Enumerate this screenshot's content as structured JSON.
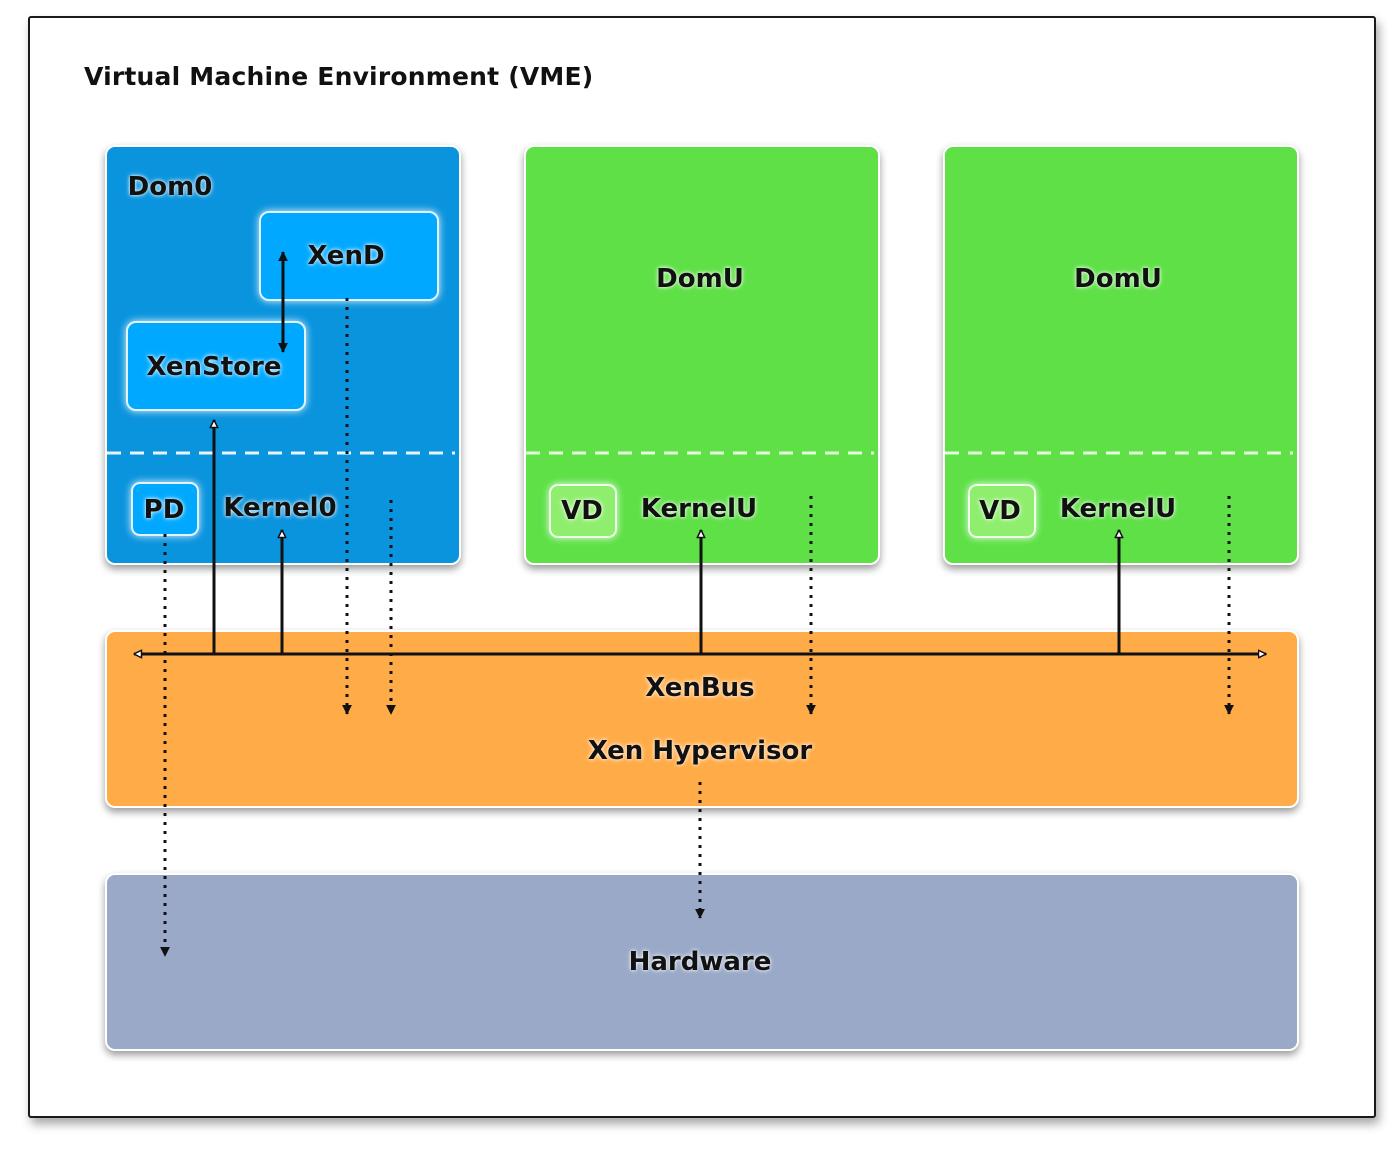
{
  "diagram": {
    "title": "Virtual Machine Environment (VME)",
    "dom0": {
      "label": "Dom0",
      "xend": "XenD",
      "xenstore": "XenStore",
      "pd": "PD",
      "kernel": "Kernel0"
    },
    "domu": [
      {
        "label": "DomU",
        "vd": "VD",
        "kernel": "KernelU"
      },
      {
        "label": "DomU",
        "vd": "VD",
        "kernel": "KernelU"
      }
    ],
    "hypervisor": {
      "bus_label": "XenBus",
      "label": "Xen Hypervisor"
    },
    "hardware": {
      "label": "Hardware"
    },
    "colors": {
      "dom0": "#0a94de",
      "dom0_inner": "#00a9ff",
      "domu": "#5ee046",
      "vd": "#8fee6e",
      "hypervisor": "#ffac48",
      "hardware": "#99a9c7"
    }
  }
}
